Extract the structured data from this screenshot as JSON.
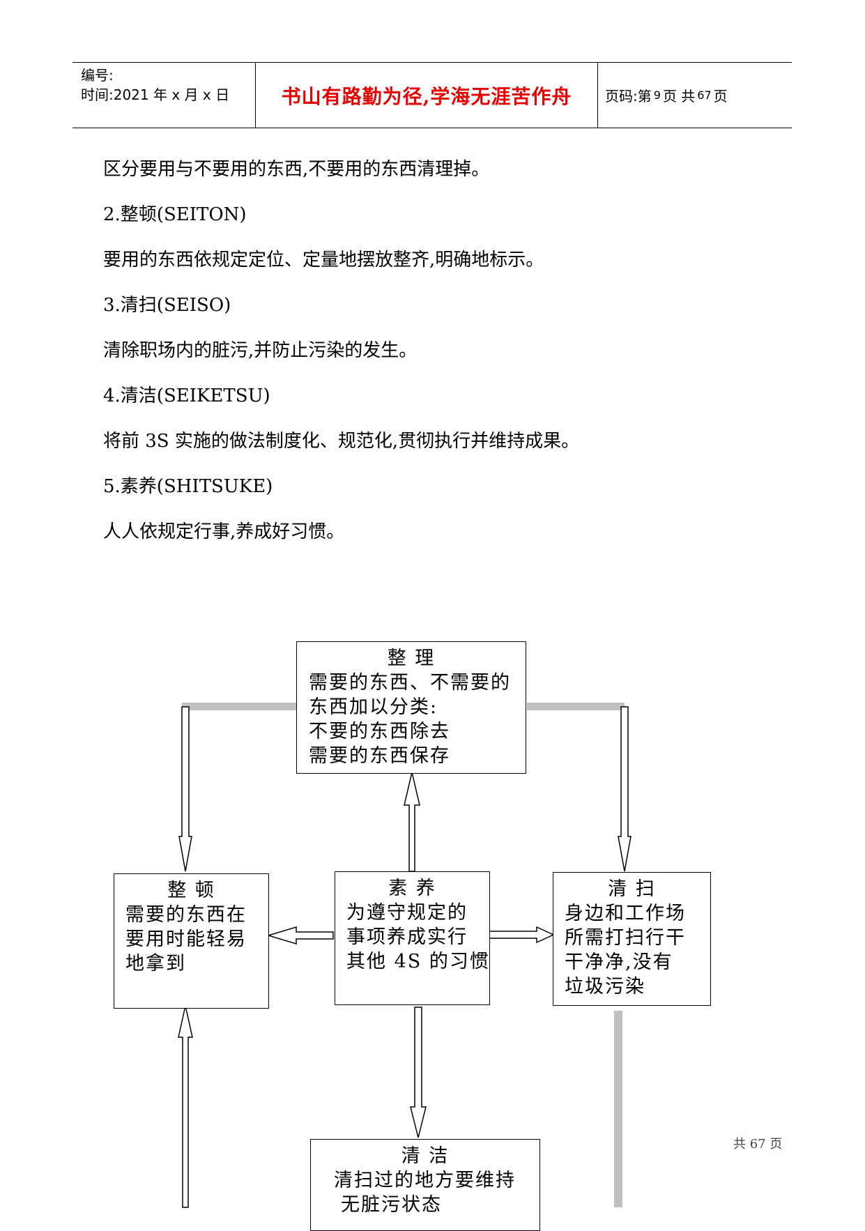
{
  "header": {
    "number_label": "编号:",
    "time_label": "时间:2021 年 x 月 x 日",
    "motto": "书山有路勤为径,学海无涯苦作舟",
    "page_prefix": "页码:第",
    "page_num": "9",
    "page_mid": "页  共",
    "page_total": "67",
    "page_suffix": "页"
  },
  "body": {
    "lines": [
      "区分要用与不要用的东西,不要用的东西清理掉。",
      "2.整顿(SEITON)",
      "要用的东西依规定定位、定量地摆放整齐,明确地标示。",
      "3.清扫(SEISO)",
      "清除职场内的脏污,并防止污染的发生。",
      "4.清洁(SEIKETSU)",
      "将前 3S 实施的做法制度化、规范化,贯彻执行并维持成果。",
      "5.素养(SHITSUKE)",
      "人人依规定行事,养成好习惯。"
    ]
  },
  "diagram": {
    "seiri": {
      "title": "整    理",
      "lines": [
        "需要的东西、不需要的",
        "东西加以分类:",
        "不要的东西除去",
        "需要的东西保存"
      ]
    },
    "seiton": {
      "title": "整    顿",
      "lines": [
        "需要的东西在",
        "要用时能轻易",
        "地拿到"
      ]
    },
    "shitsuke": {
      "title": "素    养",
      "lines": [
        "为遵守规定的",
        "事项养成实行",
        "其他 4S 的习惯"
      ]
    },
    "seiso": {
      "title": "清    扫",
      "lines": [
        "身边和工作场",
        "所需打扫行干",
        "干净净,没有",
        "垃圾污染"
      ]
    },
    "seiketsu": {
      "title": "清    洁",
      "lines": [
        "清扫过的地方要维持",
        "无脏污状态"
      ]
    }
  },
  "footer": {
    "text": "共 67 页"
  }
}
